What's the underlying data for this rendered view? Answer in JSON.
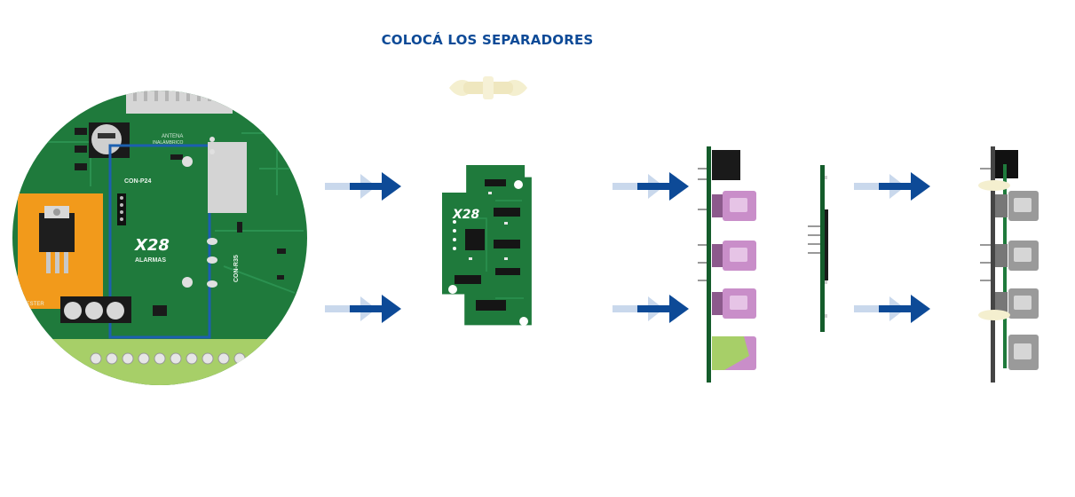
{
  "title": "COLOCÁ LOS SEPARADORES",
  "board_labels": {
    "antenna": "ANTENA",
    "antenna_sub": "INALÁMBRICO",
    "con_p24": "CON-P24",
    "brand_logo": "X28",
    "brand_name": "ALARMAS",
    "con_r35": "CON-R35",
    "tester": "TESTER"
  },
  "module_logo": "X28",
  "colors": {
    "title": "#0d4a97",
    "arrow": "#0d4a97",
    "arrow_ghost": "#c9d8ec",
    "pcb": "#1f7a3c",
    "pcb_dark": "#145c2b",
    "regulator": "#f29a1b",
    "spacer": "#f4efcf",
    "terminal": "#a7cf68",
    "connector_purple": "#c98ec9",
    "connector_grey": "#9a9a9a"
  },
  "icons": [
    "arrow-right-icon",
    "spacer-icon"
  ]
}
